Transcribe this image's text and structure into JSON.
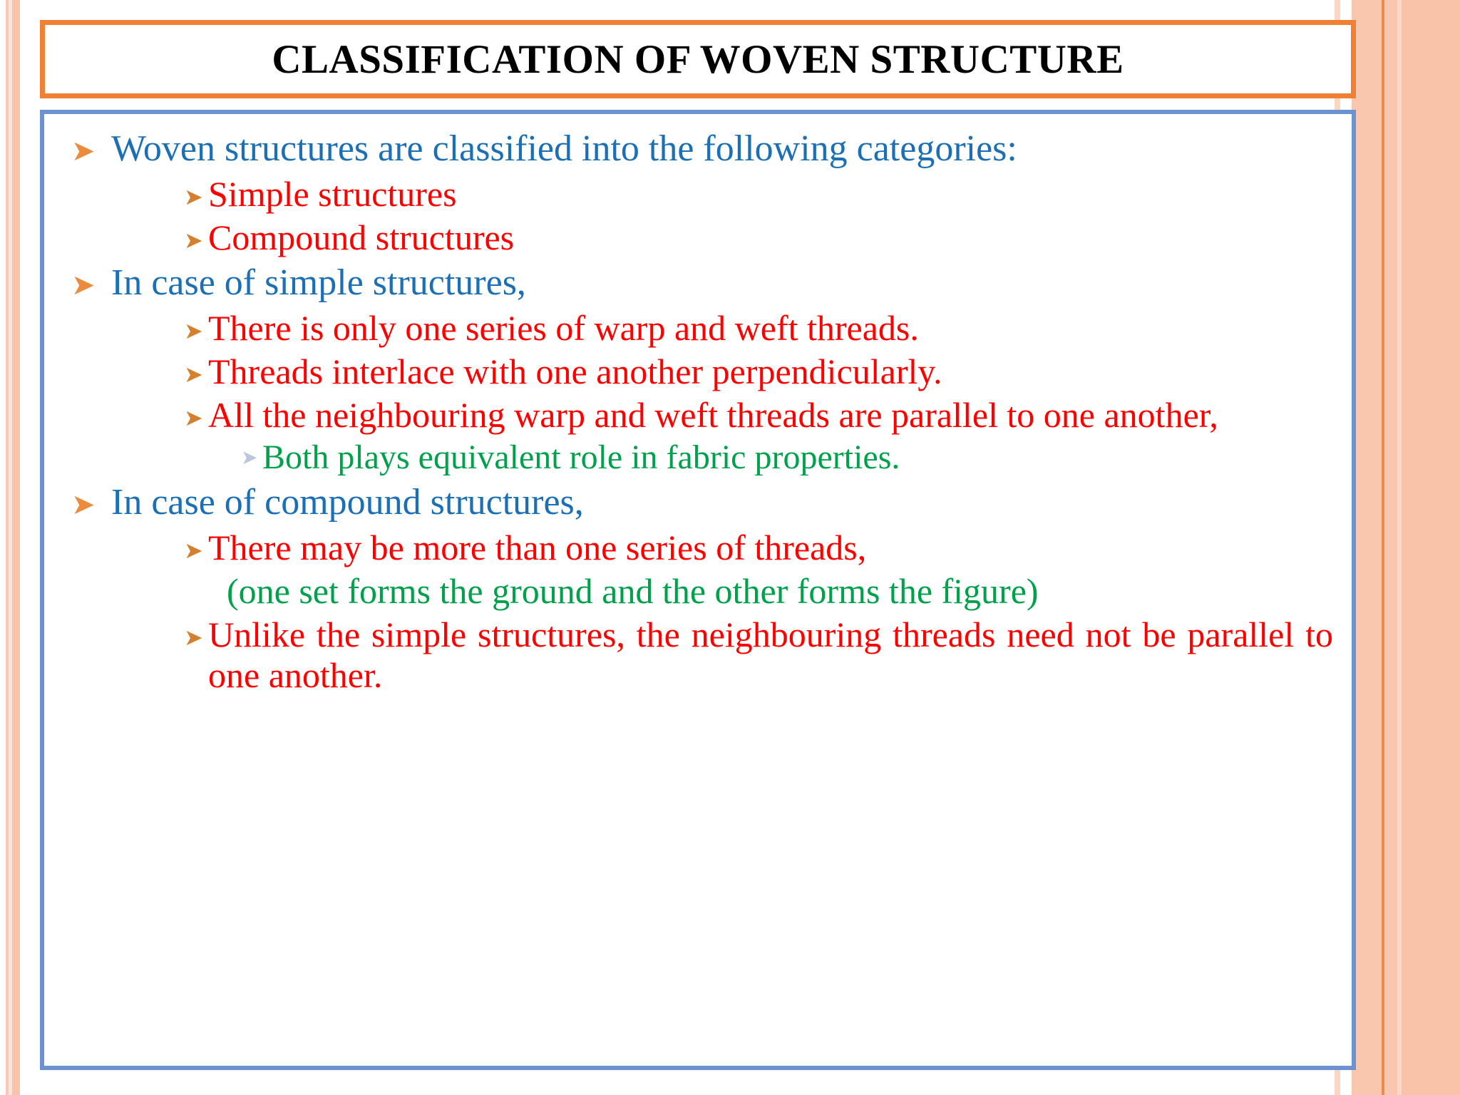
{
  "slide": {
    "title": "CLASSIFICATION OF WOVEN STRUCTURE",
    "bullet_glyph": "➤",
    "colors": {
      "title_border": "#F08034",
      "body_border": "#6C93CF",
      "level1_text": "#1B6FB5",
      "level2_text": "#FF0000",
      "level3_text": "#00A14B",
      "bullet_orange": "#EC8B3C",
      "bullet_pale": "#B9C6DE",
      "edge_stripe": "#F9C6AC",
      "title_text": "#000000"
    },
    "content": [
      {
        "level": 1,
        "text": "Woven structures are classified into the following categories:"
      },
      {
        "level": 2,
        "text": "Simple structures"
      },
      {
        "level": 2,
        "text": "Compound structures"
      },
      {
        "level": 1,
        "text": "In case of simple structures,"
      },
      {
        "level": 2,
        "text": "There is only one series of warp and weft threads."
      },
      {
        "level": 2,
        "text": "Threads interlace with one another perpendicularly."
      },
      {
        "level": 2,
        "text": "All the neighbouring warp and weft threads are parallel to one another,"
      },
      {
        "level": 4,
        "text": "Both plays equivalent role in fabric properties."
      },
      {
        "level": 1,
        "text": "In case of compound structures,"
      },
      {
        "level": 2,
        "text": "There may be more than one series of threads,"
      },
      {
        "level": 3,
        "text": "(one set forms the ground and the other forms the figure)"
      },
      {
        "level": 2,
        "text": "Unlike the simple structures, the neighbouring threads need not be parallel to one another."
      }
    ]
  }
}
